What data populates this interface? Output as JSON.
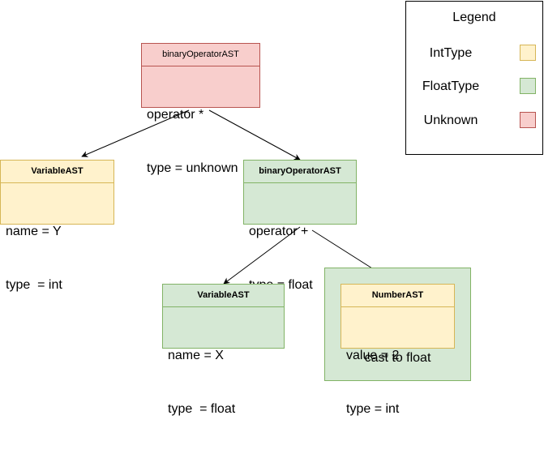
{
  "colors": {
    "unknown_fill": "#f8cecc",
    "unknown_stroke": "#b85450",
    "int_fill": "#fff2cc",
    "int_stroke": "#d6b656",
    "float_fill": "#d5e8d4",
    "float_stroke": "#82b366",
    "edge": "#000000"
  },
  "legend": {
    "title": "Legend",
    "items": [
      {
        "label": "IntType",
        "kind": "int"
      },
      {
        "label": "FloatType",
        "kind": "float"
      },
      {
        "label": "Unknown",
        "kind": "unknown"
      }
    ]
  },
  "nodes": {
    "root": {
      "title": "binaryOperatorAST",
      "line1": "operator *",
      "line2": "type = unknown",
      "kind": "unknown"
    },
    "var_y": {
      "title": "VariableAST",
      "line1": "name = Y",
      "line2": "type  = int",
      "kind": "int"
    },
    "plus": {
      "title": "binaryOperatorAST",
      "line1": "operator +",
      "line2": "type = float",
      "kind": "float"
    },
    "var_x": {
      "title": "VariableAST",
      "line1": "name = X",
      "line2": "type  = float",
      "kind": "float"
    },
    "number": {
      "title": "NumberAST",
      "line1": "value = 2",
      "line2": "type = int",
      "kind": "int"
    }
  },
  "cast": {
    "label": "cast to float"
  },
  "edges": [
    {
      "from": "root",
      "to": "var_y"
    },
    {
      "from": "root",
      "to": "plus"
    },
    {
      "from": "plus",
      "to": "var_x"
    },
    {
      "from": "plus",
      "to": "number"
    }
  ]
}
